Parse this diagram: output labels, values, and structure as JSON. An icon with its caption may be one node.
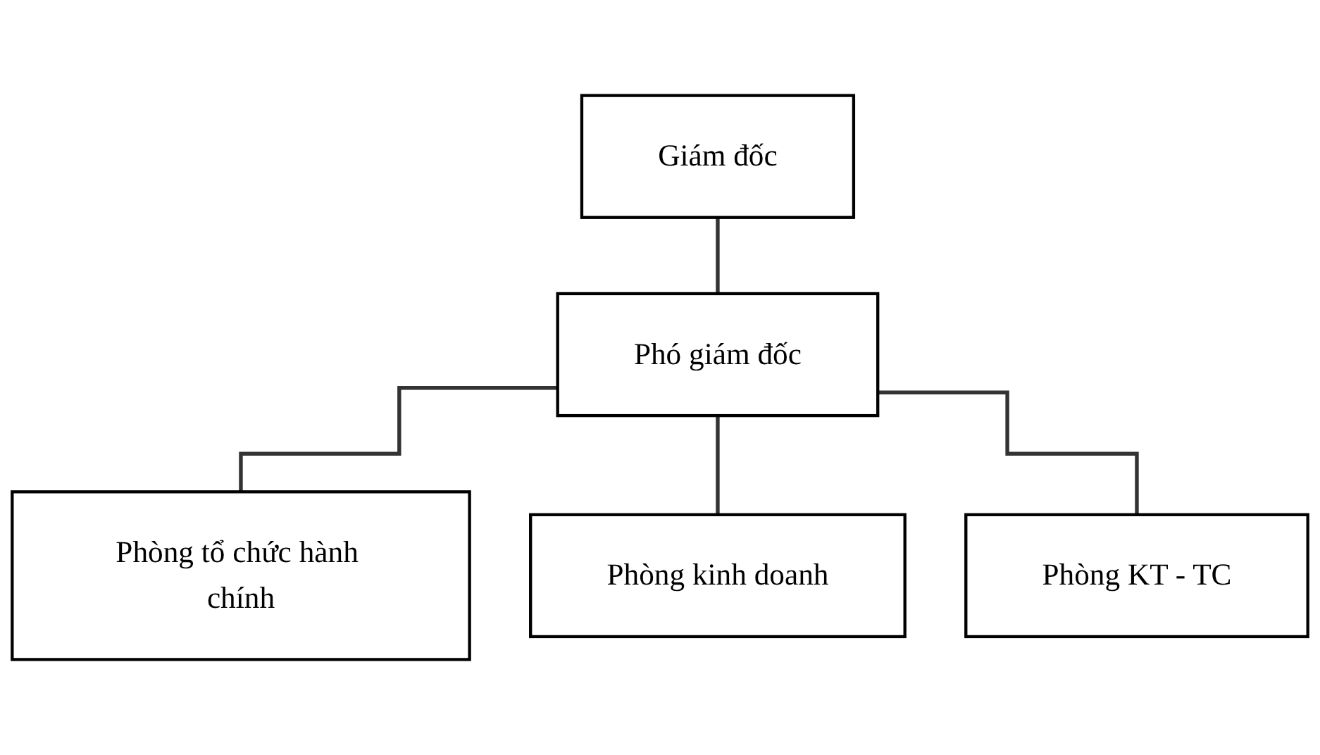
{
  "diagram": {
    "nodes": [
      {
        "text": [
          "Giám đốc"
        ]
      },
      {
        "text": [
          "Phó giám đốc"
        ]
      },
      {
        "text": [
          "Phòng tổ chức hành chính"
        ]
      },
      {
        "text": [
          "Phòng kinh doanh"
        ]
      },
      {
        "text": [
          "Phòng KT - TC"
        ]
      }
    ],
    "edges": [
      {
        "from": 0,
        "to": 1,
        "arrow": "none"
      },
      {
        "from": 1,
        "to": 2,
        "arrow": "none"
      },
      {
        "from": 1,
        "to": 3,
        "arrow": "none"
      },
      {
        "from": 1,
        "to": 4,
        "arrow": "none"
      }
    ]
  }
}
